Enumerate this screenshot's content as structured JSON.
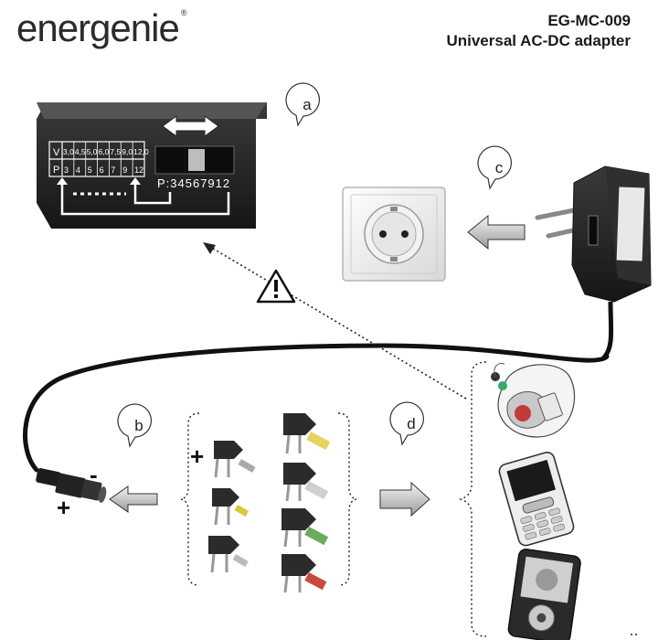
{
  "header": {
    "brand": "energenie",
    "model": "EG-MC-009",
    "product": "Universal AC-DC adapter"
  },
  "callouts": {
    "a": "a",
    "b": "b",
    "c": "c",
    "d": "d"
  },
  "switch_panel": {
    "volt_prefix": "V",
    "volts": [
      "3,0",
      "4,5",
      "5,0",
      "6,0",
      "7,5",
      "9,0",
      "12,0"
    ],
    "pos_prefix": "P",
    "positions": [
      "3",
      "4",
      "5",
      "6",
      "7",
      "9",
      "12"
    ],
    "selector_label": "P:34567912"
  },
  "polarity": {
    "plus": "+",
    "minus": "-"
  },
  "colors": {
    "accent": "#ffffff",
    "body": "#2a2a2a",
    "cable": "#111111"
  }
}
